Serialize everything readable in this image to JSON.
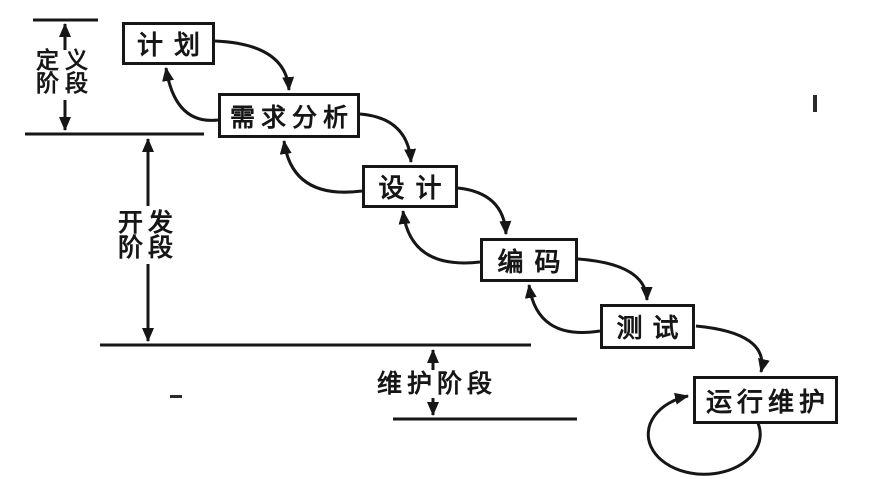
{
  "diagram": {
    "type": "flowchart",
    "language": "zh-CN",
    "background_color": "#ffffff",
    "ink_color": "#161616",
    "boxes": [
      {
        "id": "plan",
        "label": "计划"
      },
      {
        "id": "requirements-analysis",
        "label": "需求分析"
      },
      {
        "id": "design",
        "label": "设计"
      },
      {
        "id": "coding",
        "label": "编码"
      },
      {
        "id": "testing",
        "label": "测试"
      },
      {
        "id": "operation-maintenance",
        "label": "运行维护"
      }
    ],
    "phases": [
      {
        "id": "definition-phase",
        "label": "定义阶段"
      },
      {
        "id": "development-phase",
        "label": "开发阶段"
      },
      {
        "id": "maintenance-phase",
        "label": "维护阶段"
      }
    ],
    "edges": [
      {
        "from": "计划",
        "to": "需求分析",
        "direction": "forward"
      },
      {
        "from": "需求分析",
        "to": "计划",
        "direction": "feedback"
      },
      {
        "from": "需求分析",
        "to": "设计",
        "direction": "forward"
      },
      {
        "from": "设计",
        "to": "需求分析",
        "direction": "feedback"
      },
      {
        "from": "设计",
        "to": "编码",
        "direction": "forward"
      },
      {
        "from": "编码",
        "to": "设计",
        "direction": "feedback"
      },
      {
        "from": "编码",
        "to": "测试",
        "direction": "forward"
      },
      {
        "from": "测试",
        "to": "编码",
        "direction": "feedback"
      },
      {
        "from": "测试",
        "to": "运行维护",
        "direction": "forward"
      },
      {
        "from": "运行维护",
        "to": "运行维护",
        "direction": "self-loop"
      }
    ]
  }
}
